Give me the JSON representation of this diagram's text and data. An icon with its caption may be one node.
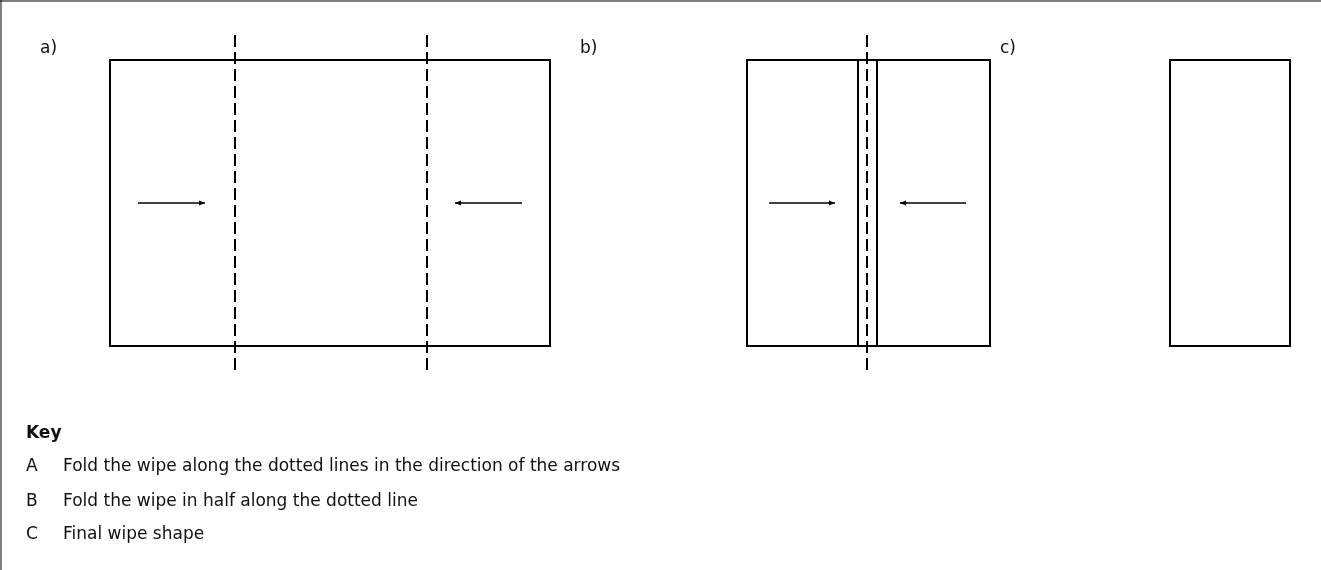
{
  "diagram": {
    "labels": [
      "a)",
      "b)",
      "c)",
      "Key",
      "A",
      "Fold the wipe along the dotted lines in the direction of the arrows",
      "B",
      "Fold the wipe in half along the dotted line",
      "C",
      "Final wipe shape"
    ]
  }
}
